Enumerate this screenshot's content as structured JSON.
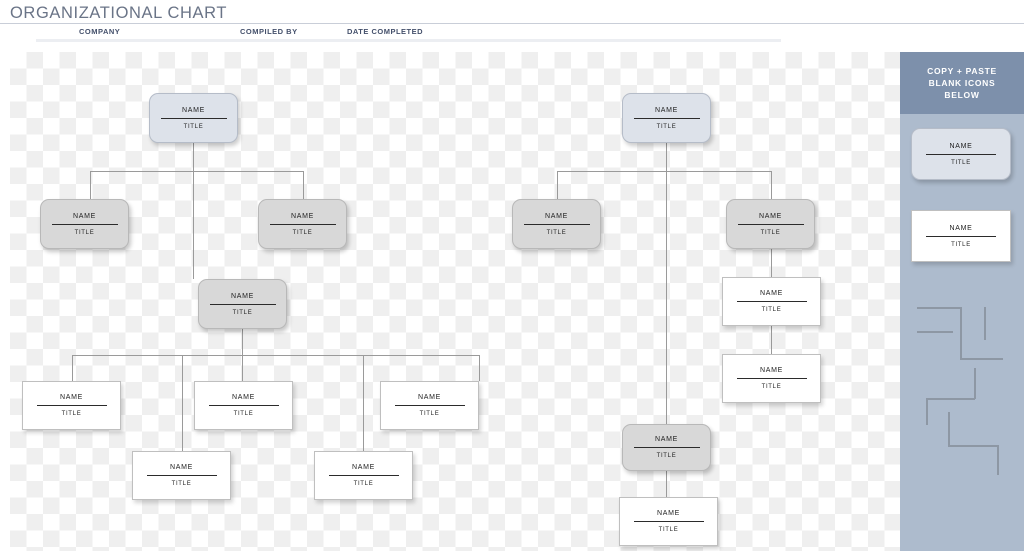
{
  "header": {
    "title": "ORGANIZATIONAL CHART",
    "fields": [
      {
        "label": "COMPANY",
        "value": ""
      },
      {
        "label": "COMPILED BY",
        "value": ""
      },
      {
        "label": "DATE COMPLETED",
        "value": ""
      }
    ]
  },
  "node_labels": {
    "name": "NAME",
    "title": "TITLE"
  },
  "sidebar": {
    "header_text": "COPY + PASTE\nBLANK ICONS\nBELOW",
    "blank_nodes": [
      {
        "style": "blue",
        "name": "NAME",
        "title": "TITLE"
      },
      {
        "style": "white",
        "name": "NAME",
        "title": "TITLE"
      }
    ],
    "connector_shapes": 2
  },
  "colors": {
    "title_text": "#6a7487",
    "field_label": "#44506b",
    "sidebar_header_bg": "#7d90ab",
    "sidebar_bg": "#adbbcd",
    "node_blue_fill": "#dde2ea",
    "node_gray_fill": "#d8d8d8",
    "node_white_fill": "#ffffff",
    "connector_line": "#9a9a9a"
  },
  "chart_nodes": {
    "left_tree": [
      {
        "id": "L0",
        "level": 0,
        "style": "blue",
        "name": "NAME",
        "title": "TITLE"
      },
      {
        "id": "L1",
        "level": 1,
        "style": "gray",
        "name": "NAME",
        "title": "TITLE"
      },
      {
        "id": "L2",
        "level": 1,
        "style": "gray",
        "name": "NAME",
        "title": "TITLE"
      },
      {
        "id": "L3",
        "level": 1,
        "style": "gray",
        "name": "NAME",
        "title": "TITLE"
      },
      {
        "id": "L4",
        "level": 2,
        "style": "white",
        "name": "NAME",
        "title": "TITLE"
      },
      {
        "id": "L5",
        "level": 2,
        "style": "white",
        "name": "NAME",
        "title": "TITLE"
      },
      {
        "id": "L6",
        "level": 2,
        "style": "white",
        "name": "NAME",
        "title": "TITLE"
      },
      {
        "id": "L7",
        "level": 3,
        "style": "white",
        "name": "NAME",
        "title": "TITLE"
      },
      {
        "id": "L8",
        "level": 3,
        "style": "white",
        "name": "NAME",
        "title": "TITLE"
      }
    ],
    "right_tree": [
      {
        "id": "R0",
        "level": 0,
        "style": "blue",
        "name": "NAME",
        "title": "TITLE"
      },
      {
        "id": "R1",
        "level": 1,
        "style": "gray",
        "name": "NAME",
        "title": "TITLE"
      },
      {
        "id": "R2",
        "level": 1,
        "style": "gray",
        "name": "NAME",
        "title": "TITLE"
      },
      {
        "id": "R3",
        "level": 2,
        "style": "white",
        "name": "NAME",
        "title": "TITLE"
      },
      {
        "id": "R4",
        "level": 3,
        "style": "white",
        "name": "NAME",
        "title": "TITLE"
      },
      {
        "id": "R5",
        "level": 2,
        "style": "gray",
        "name": "NAME",
        "title": "TITLE"
      },
      {
        "id": "R6",
        "level": 3,
        "style": "white",
        "name": "NAME",
        "title": "TITLE"
      }
    ]
  }
}
